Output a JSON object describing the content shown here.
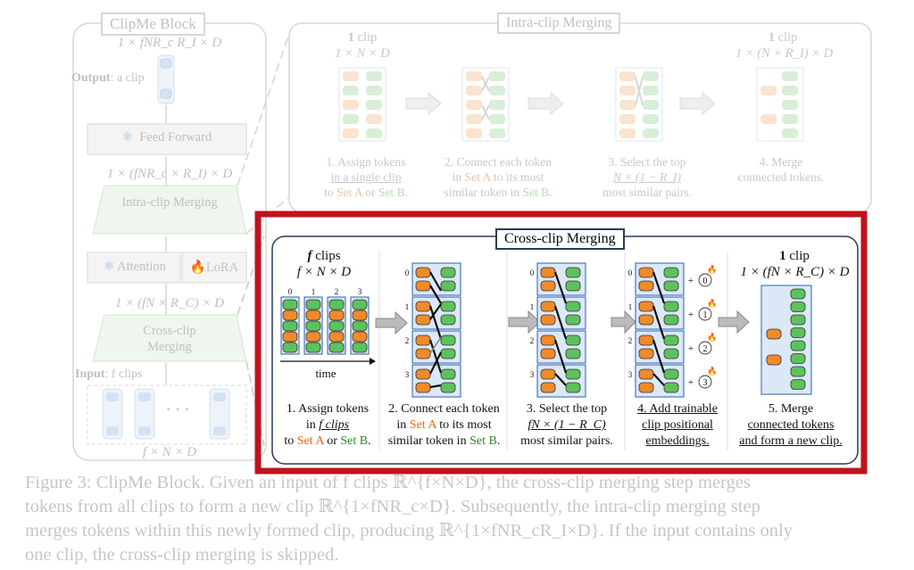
{
  "clipme": {
    "title": "ClipMe Block",
    "top_shape": "1 × fNR_c R_I × D",
    "output_label": "Output",
    "output_suffix": ": a clip",
    "feed_forward": "Feed Forward",
    "mid_shape": "1 × (fNR_c × R_I) × D",
    "intra_box": "Intra-clip Merging",
    "attention": "Attention",
    "lora": "LoRA",
    "cross_shape": "1 × (fN × R_C) × D",
    "cross_box": "Cross-clip Merging",
    "input_label": "Input",
    "input_suffix": ": f clips",
    "bottom_shape": "f × N × D"
  },
  "intra": {
    "title": "Intra-clip Merging",
    "left_count": "1",
    "left_word": "clip",
    "left_shape": "1 × N × D",
    "right_count": "1",
    "right_word": "clip",
    "right_shape": "1 × (N × R_I) × D",
    "step1a": "1. Assign tokens",
    "step1b": "in a single clip",
    "step1c_o": "Set A",
    "step1c_mid": " or ",
    "step1c_g": "Set B",
    "step1c_pre": "to ",
    "step2a": "2. Connect each token",
    "step2b_pre": "in ",
    "step2b_o": "Set A",
    "step2b_post": " to its most",
    "step2c_pre": "similar token in ",
    "step2c_g": "Set B",
    "step3a": "3. Select the top",
    "step3b": "N × (1 − R_I)",
    "step3c": "most similar pairs.",
    "step4a": "4. Merge",
    "step4b": "connected tokens."
  },
  "cross": {
    "title": "Cross-clip Merging",
    "left_count": "f",
    "left_word": "clips",
    "left_shape": "f × N × D",
    "clip_idx": [
      "0",
      "1",
      "2",
      "3"
    ],
    "time": "time",
    "right_count": "1",
    "right_word": "clip",
    "right_shape": "1 × (fN × R_C) × D",
    "step1a": "1. Assign tokens",
    "step1b_pre": "in ",
    "step1b_ul": "f clips",
    "step1c_pre": "to ",
    "step1c_o": "Set A",
    "step1c_mid": " or ",
    "step1c_g": "Set B",
    "step2a": "2. Connect each token",
    "step2b_pre": "in ",
    "step2b_o": "Set A",
    "step2b_post": " to its most",
    "step2c_pre": "similar token in ",
    "step2c_g": "Set B",
    "step3a": "3. Select the top",
    "step3b": "fN × (1 − R_C)",
    "step3c": "most similar pairs.",
    "step4a": "4. Add trainable",
    "step4b": "clip positional",
    "step4c": "embeddings.",
    "step5a": "5. Merge",
    "step5b": "connected tokens",
    "step5c": "and form a new clip.",
    "pos_emb": [
      "0",
      "1",
      "2",
      "3"
    ]
  },
  "caption": {
    "line1": "Figure 3: ClipMe Block. Given an input of f clips ℝ^{f×N×D}, the cross-clip merging step merges",
    "line2": "tokens from all clips to form a new clip ℝ^{1×fNR_c×D}. Subsequently, the intra-clip merging step",
    "line3": "merges tokens within this newly formed clip, producing ℝ^{1×fNR_cR_I×D}. If the input contains only",
    "line4": "one clip, the cross-clip merging is skipped."
  },
  "colors": {
    "highlight_border": "#c0121c",
    "set_a": "#f08a2a",
    "set_b": "#5cc25c",
    "token_clip_fill": "#dbe8f6",
    "faded_gray": "#c4c4c4"
  }
}
